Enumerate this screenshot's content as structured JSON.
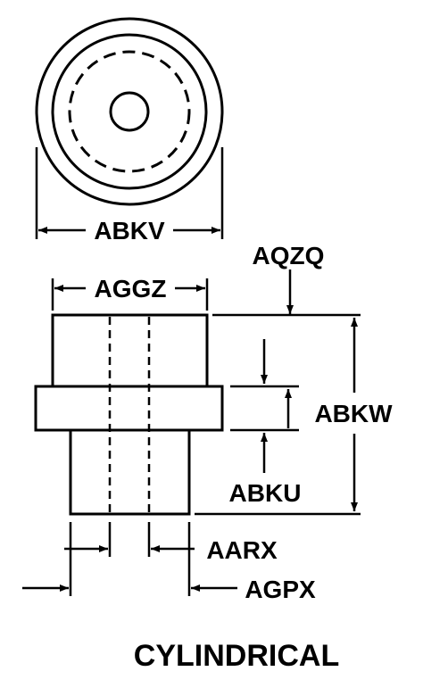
{
  "diagram": {
    "labels": {
      "abkv": "ABKV",
      "aqzq": "AQZQ",
      "aggz": "AGGZ",
      "abkw": "ABKW",
      "abku": "ABKU",
      "aarx": "AARX",
      "agpx": "AGPX"
    },
    "caption": "CYLINDRICAL"
  }
}
